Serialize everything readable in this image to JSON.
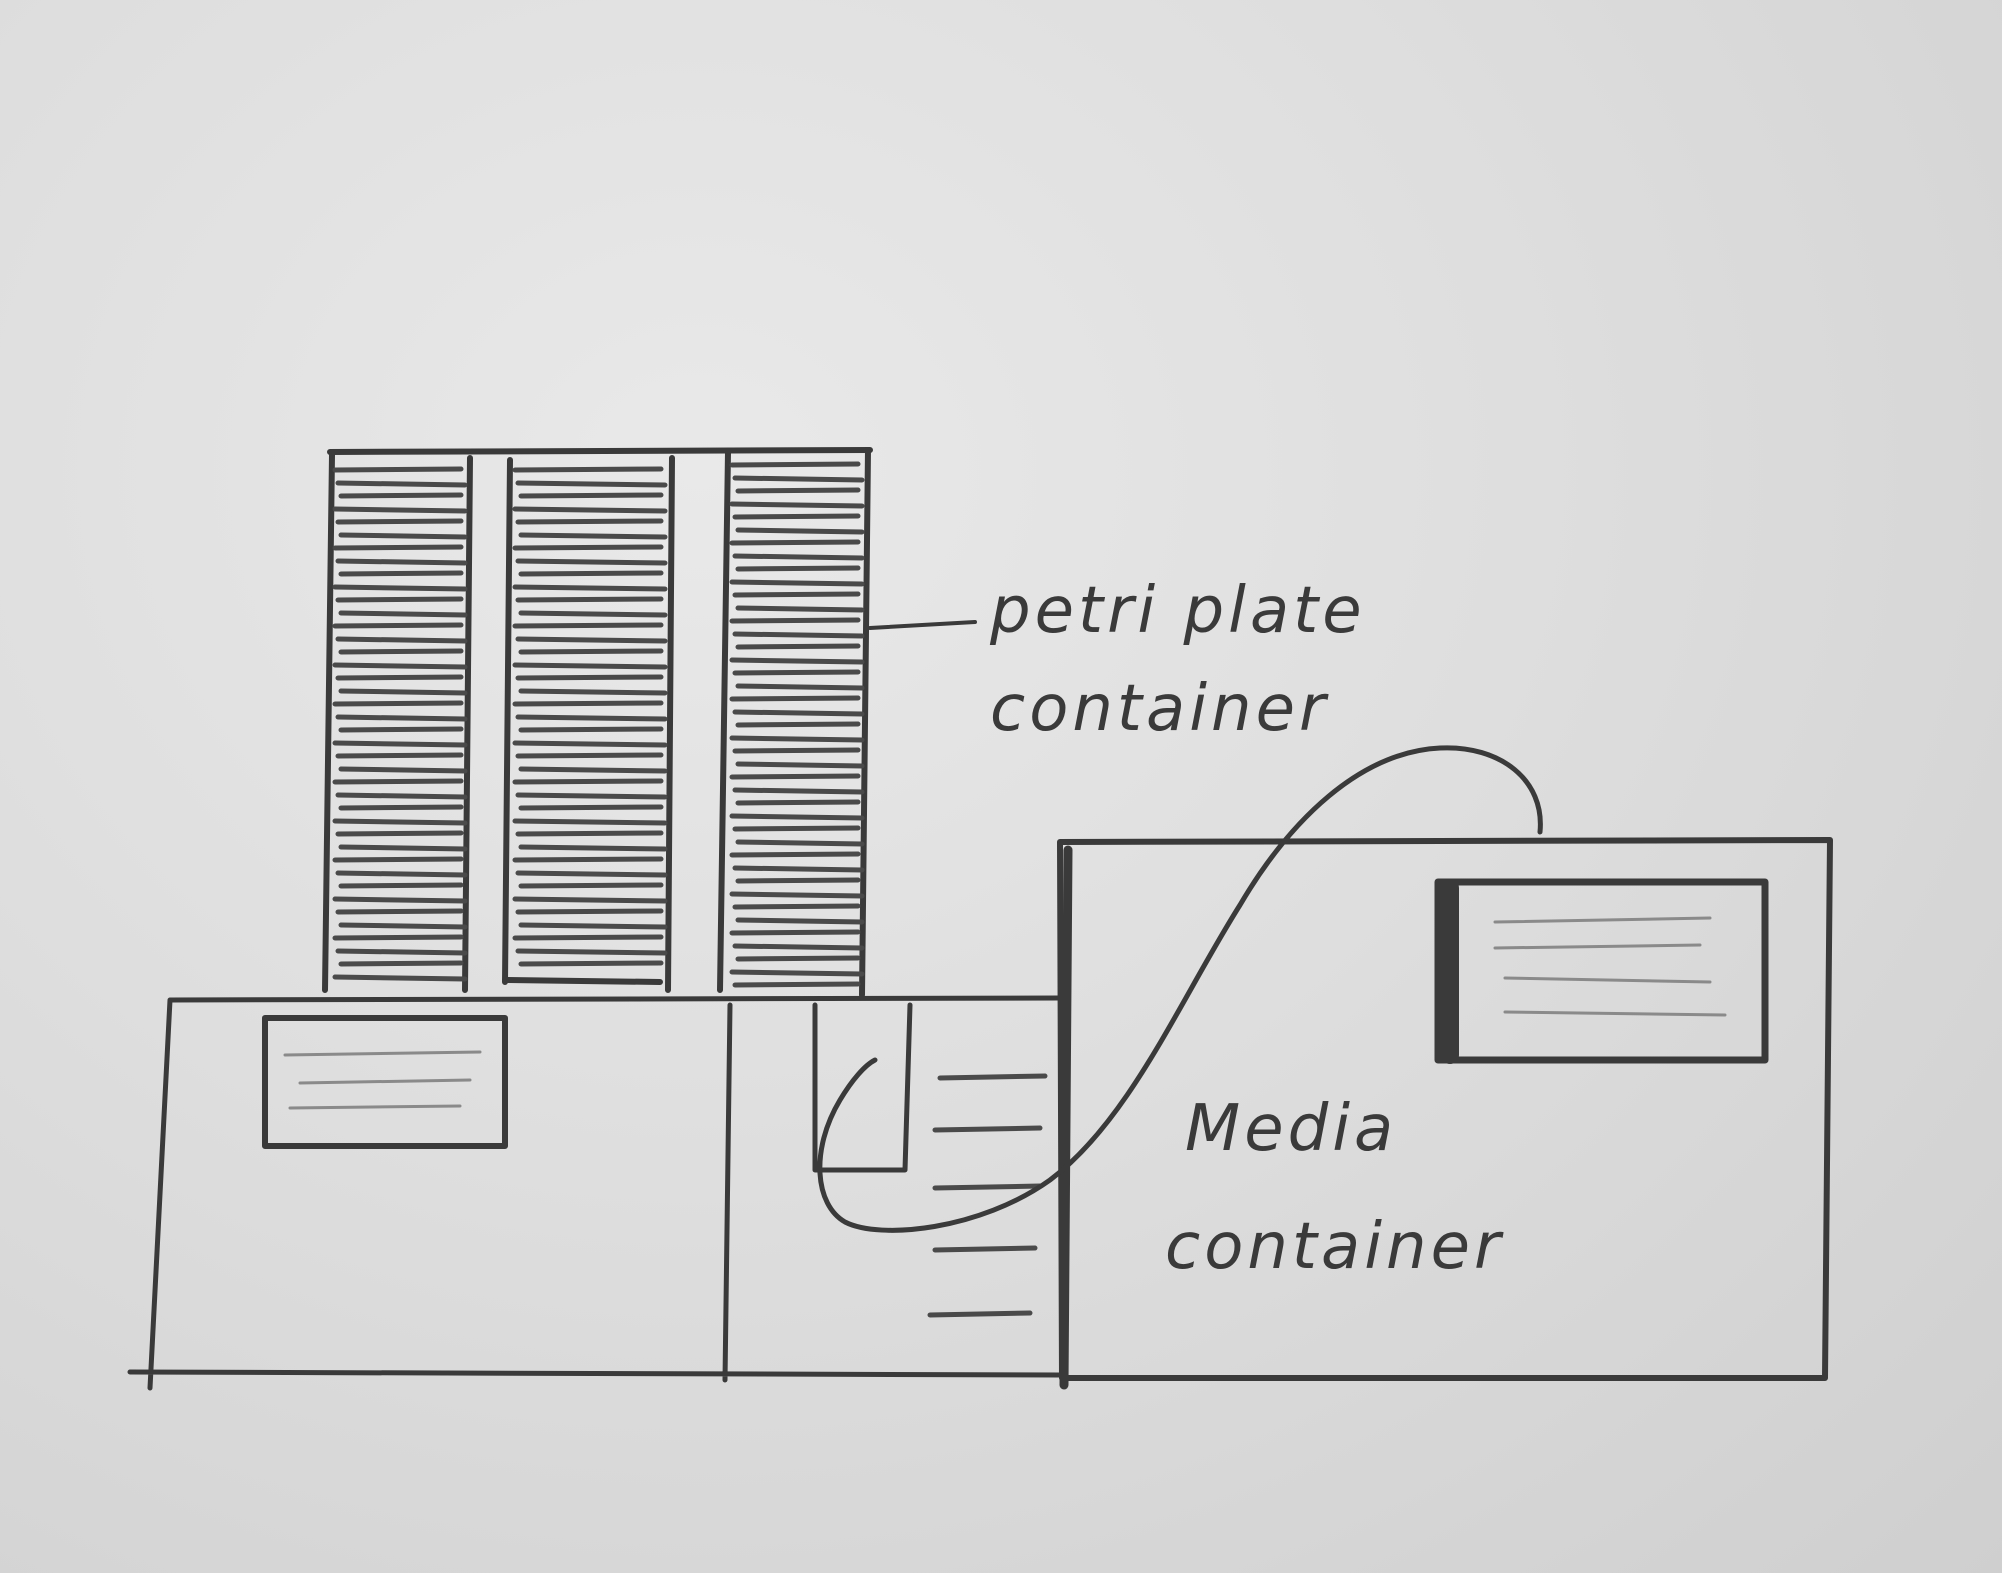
{
  "labels": {
    "petri_line1": "petri plate",
    "petri_line2": "container",
    "media_line1": "Media",
    "media_line2": "container"
  },
  "colors": {
    "paper": "#dedede",
    "pencil": "#3a3a3a"
  }
}
